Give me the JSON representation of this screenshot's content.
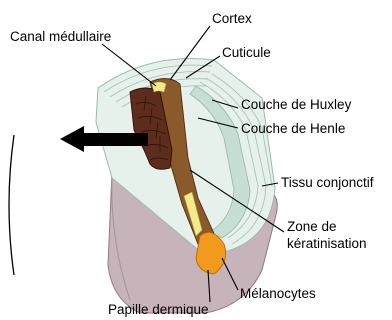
{
  "diagram": {
    "labels": {
      "canal_medullaire": "Canal médullaire",
      "cortex": "Cortex",
      "cuticule": "Cuticule",
      "couche_huxley": "Couche de Huxley",
      "couche_henle": "Couche de Henle",
      "tissu_conjonctif": "Tissu conjonctif",
      "zone_keratinisation_1": "Zone de",
      "zone_keratinisation_2": "kératinisation",
      "melanocytes": "Mélanocytes",
      "papille_dermique": "Papille dermique"
    },
    "colors": {
      "connective_tissue": "#c8b4bb",
      "sheath_light": "#e9f3ef",
      "sheath_green": "#cfe5da",
      "cortex_brown": "#7a4a1c",
      "medulla_dark": "#5a2a1a",
      "keratin_yellow": "#f2e98a",
      "papilla_orange": "#f29a1c",
      "arrow": "#000000"
    }
  }
}
